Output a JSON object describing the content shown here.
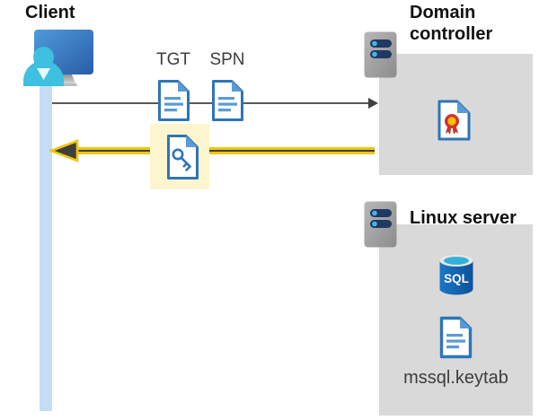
{
  "diagram": {
    "client": {
      "label": "Client"
    },
    "request": {
      "tgt_label": "TGT",
      "spn_label": "SPN"
    },
    "domain_controller": {
      "label": "Domain controller"
    },
    "linux_server": {
      "label": "Linux server",
      "sql_label": "SQL",
      "keytab_label": "mssql.keytab"
    },
    "colors": {
      "box_gray": "#d9d9d9",
      "highlight_yellow": "#fcf5cd",
      "arrow_yellow": "#f2c50a",
      "arrow_dark": "#3f3f3f",
      "gray_arrow": "#595959",
      "doc_border_blue": "#2e75b6",
      "doc_fill_blue": "#5b9bd5",
      "person_cyan": "#3ec1e0",
      "client_bar_blue": "#c5dcf5",
      "monitor_blue": "#3a7cc4",
      "server_slot_navy": "#1f3864",
      "server_dot_cyan": "#41b6e8",
      "sql_blue": "#1266b1",
      "sql_top_cyan": "#31b1d4",
      "certificate_red": "#cf3430",
      "certificate_yellow": "#ffc000"
    }
  }
}
